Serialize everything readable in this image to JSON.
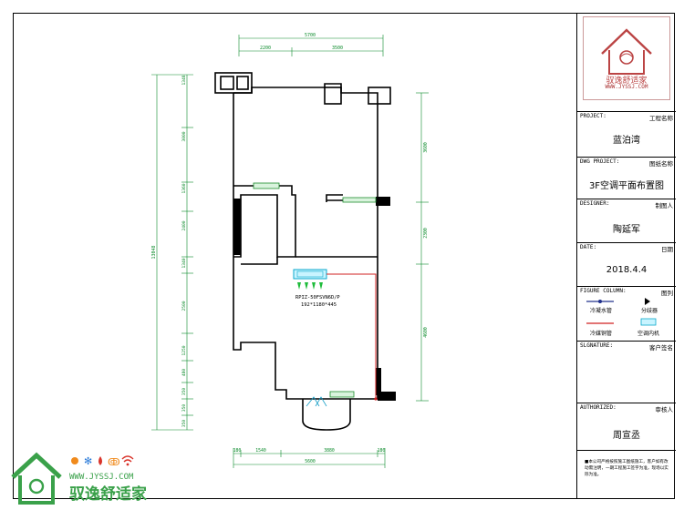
{
  "plan": {
    "dims_top": [
      "5700",
      "2200",
      "3500"
    ],
    "dims_left": [
      "1348",
      "3000",
      "1360",
      "2400",
      "1340",
      "2500",
      "1250",
      "480",
      "350",
      "350",
      "350"
    ],
    "dims_left_total": "13048",
    "dims_right": [
      "3600",
      "2300",
      "4600"
    ],
    "dims_bottom": [
      "180",
      "1540",
      "3880",
      "180"
    ],
    "dims_bottom_total": "5600",
    "unit_model": "RPIZ-50FSVN6D/P",
    "unit_size": "192*1180*445"
  },
  "title_block": {
    "logo_text": "驭逸舒适家",
    "logo_url": "WWW.JYSSJ.COM",
    "project_label": "PROJECT:",
    "project_sub": "工程名称",
    "project_value": "蓝泊湾",
    "dwg_label": "DWG PROJECT:",
    "dwg_sub": "图纸名称",
    "dwg_value": "3F空调平面布置图",
    "designer_label": "DESIGNER:",
    "designer_sub": "制图人",
    "designer_value": "陶延军",
    "date_label": "DATE:",
    "date_sub": "日期",
    "date_value": "2018.4.4",
    "legend_label": "FIGURE COLUMN:",
    "legend_sub": "图列",
    "legend_items": [
      "冷凝水管",
      "分歧器",
      "冷媒铜管",
      "空调内机"
    ],
    "signature_label": "SLGNATURE:",
    "signature_sub": "客户签名",
    "authorized_label": "AUTHORIZED:",
    "authorized_sub": "审核人",
    "authorized_value": "周宣丞",
    "note": "■本公司严格按照施工图纸施工，客户如有改动需注明，一期工程施工签字为准，现场以实际为准。"
  },
  "brand": {
    "name": "驭逸舒适家",
    "url": "WWW.JYSSJ.COM",
    "icons": [
      "sun-icon",
      "snow-icon",
      "drop-icon",
      "fan-icon",
      "wifi-icon"
    ],
    "colors": {
      "green": "#3aa14a",
      "orange": "#f08a1c",
      "red": "#d9342b",
      "blue": "#2b7bd9"
    }
  }
}
